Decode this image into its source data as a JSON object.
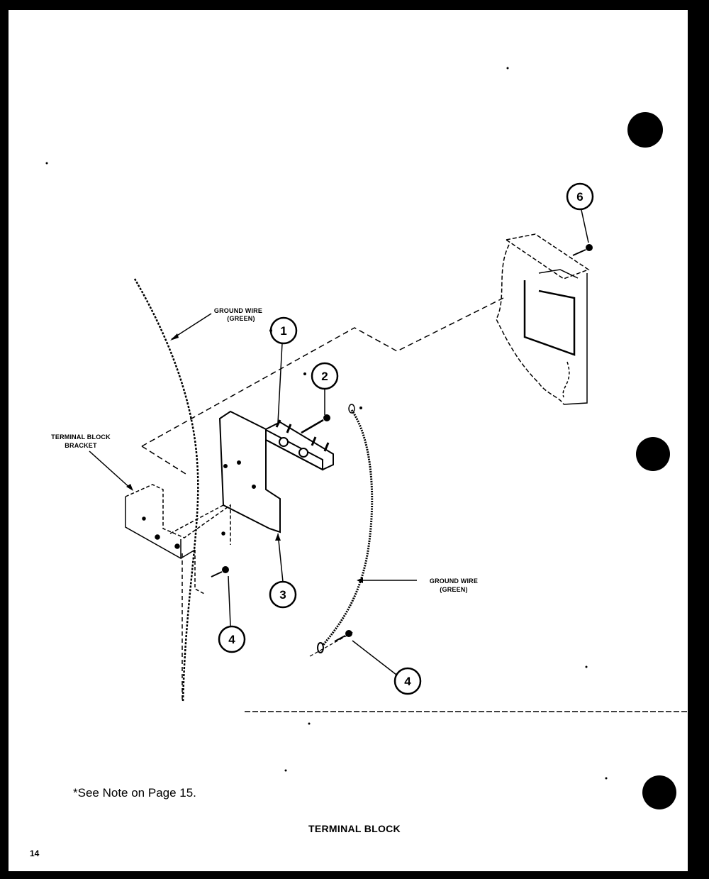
{
  "labels": {
    "ground_wire_top": [
      "GROUND WIRE",
      "(GREEN)"
    ],
    "ground_wire_right": [
      "GROUND WIRE",
      "(GREEN)"
    ],
    "terminal_block_bracket": [
      "TERMINAL BLOCK",
      "BRACKET"
    ]
  },
  "callouts": [
    "1",
    "2",
    "3",
    "4",
    "4",
    "6"
  ],
  "note": "*See Note on Page 15.",
  "title": "TERMINAL BLOCK",
  "page_number": "14"
}
